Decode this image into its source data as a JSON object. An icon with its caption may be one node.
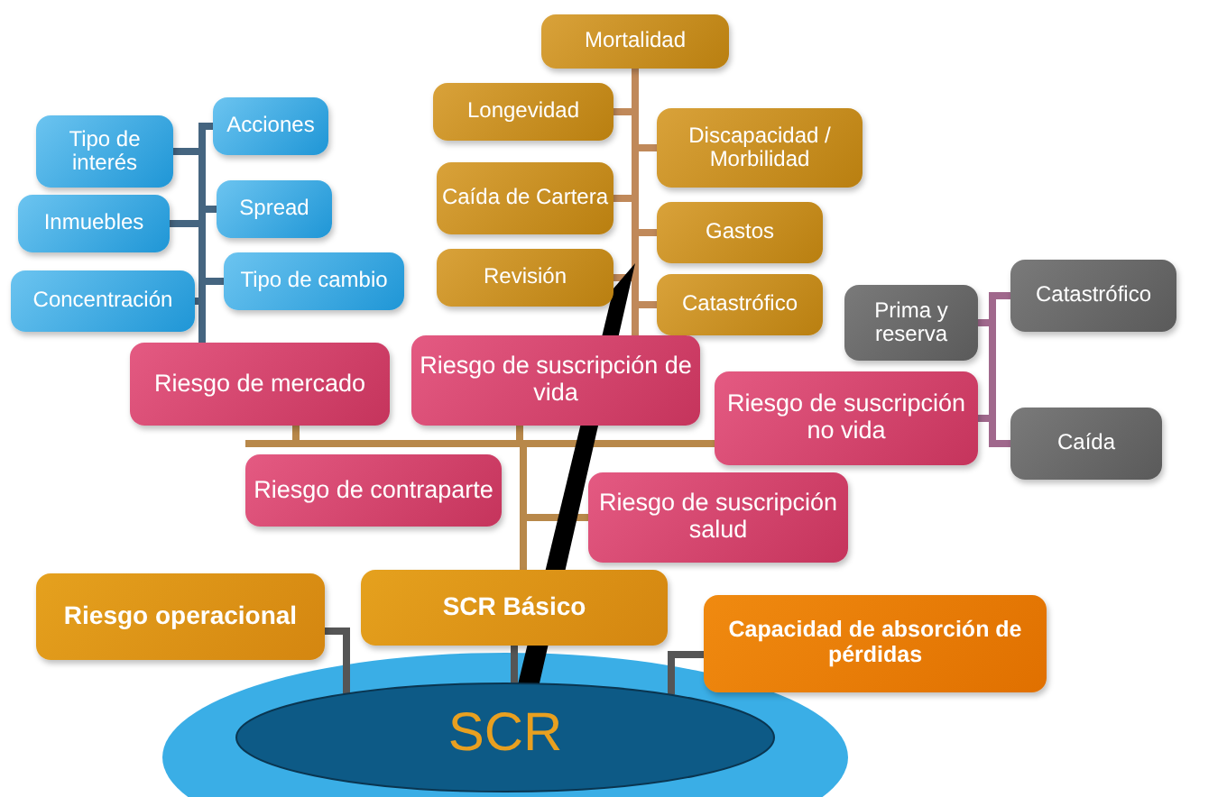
{
  "diagram": {
    "nodes": [
      {
        "text": [
          "Mortalidad"
        ]
      },
      {
        "text": [
          "Longevidad"
        ]
      },
      {
        "text": [
          "Discapacidad / Morbilidad"
        ]
      },
      {
        "text": [
          "Caída de Cartera"
        ]
      },
      {
        "text": [
          "Gastos"
        ]
      },
      {
        "text": [
          "Revisión"
        ]
      },
      {
        "text": [
          "Catastrófico"
        ]
      },
      {
        "text": [
          "Tipo de interés"
        ]
      },
      {
        "text": [
          "Acciones"
        ]
      },
      {
        "text": [
          "Inmuebles"
        ]
      },
      {
        "text": [
          "Spread"
        ]
      },
      {
        "text": [
          "Concentración"
        ]
      },
      {
        "text": [
          "Tipo de cambio"
        ]
      },
      {
        "text": [
          "Catastrófico"
        ]
      },
      {
        "text": [
          "Prima y reserva"
        ]
      },
      {
        "text": [
          "Caída"
        ]
      },
      {
        "text": [
          "Riesgo de mercado"
        ]
      },
      {
        "text": [
          "Riesgo de suscripción de vida"
        ]
      },
      {
        "text": [
          "Riesgo de suscripción no vida"
        ]
      },
      {
        "text": [
          "Riesgo de contraparte"
        ]
      },
      {
        "text": [
          "Riesgo de suscripción salud"
        ]
      },
      {
        "text": [
          "Riesgo operacional"
        ]
      },
      {
        "text": [
          "SCR Básico"
        ]
      },
      {
        "text": [
          "Capacidad de absorción de pérdidas"
        ]
      },
      {
        "text": [
          "SCR"
        ]
      }
    ],
    "edges": [
      {
        "from": 0,
        "to": 17,
        "arrow": "none",
        "color": "#c0895a"
      },
      {
        "from": 1,
        "to": 17,
        "arrow": "none",
        "color": "#c0895a"
      },
      {
        "from": 2,
        "to": 17,
        "arrow": "none",
        "color": "#c0895a"
      },
      {
        "from": 3,
        "to": 17,
        "arrow": "none",
        "color": "#c0895a"
      },
      {
        "from": 4,
        "to": 17,
        "arrow": "none",
        "color": "#c0895a"
      },
      {
        "from": 5,
        "to": 17,
        "arrow": "none",
        "color": "#c0895a"
      },
      {
        "from": 6,
        "to": 17,
        "arrow": "none",
        "color": "#c0895a"
      },
      {
        "from": 7,
        "to": 16,
        "arrow": "none",
        "color": "#456580"
      },
      {
        "from": 8,
        "to": 16,
        "arrow": "none",
        "color": "#456580"
      },
      {
        "from": 9,
        "to": 16,
        "arrow": "none",
        "color": "#456580"
      },
      {
        "from": 10,
        "to": 16,
        "arrow": "none",
        "color": "#456580"
      },
      {
        "from": 11,
        "to": 16,
        "arrow": "none",
        "color": "#456580"
      },
      {
        "from": 12,
        "to": 16,
        "arrow": "none",
        "color": "#456580"
      },
      {
        "from": 13,
        "to": 18,
        "arrow": "none",
        "color": "#a0688c"
      },
      {
        "from": 14,
        "to": 18,
        "arrow": "none",
        "color": "#a0688c"
      },
      {
        "from": 15,
        "to": 18,
        "arrow": "none",
        "color": "#a0688c"
      },
      {
        "from": 16,
        "to": 22,
        "arrow": "none",
        "color": "#b8884a"
      },
      {
        "from": 17,
        "to": 22,
        "arrow": "none",
        "color": "#b8884a"
      },
      {
        "from": 18,
        "to": 22,
        "arrow": "none",
        "color": "#b8884a"
      },
      {
        "from": 19,
        "to": 22,
        "arrow": "none",
        "color": "#b8884a"
      },
      {
        "from": 20,
        "to": 22,
        "arrow": "none",
        "color": "#b8884a"
      },
      {
        "from": 21,
        "to": 24,
        "arrow": "none",
        "color": "#555555"
      },
      {
        "from": 22,
        "to": 24,
        "arrow": "none",
        "color": "#555555"
      },
      {
        "from": 23,
        "to": 24,
        "arrow": "none",
        "color": "#555555"
      }
    ]
  }
}
